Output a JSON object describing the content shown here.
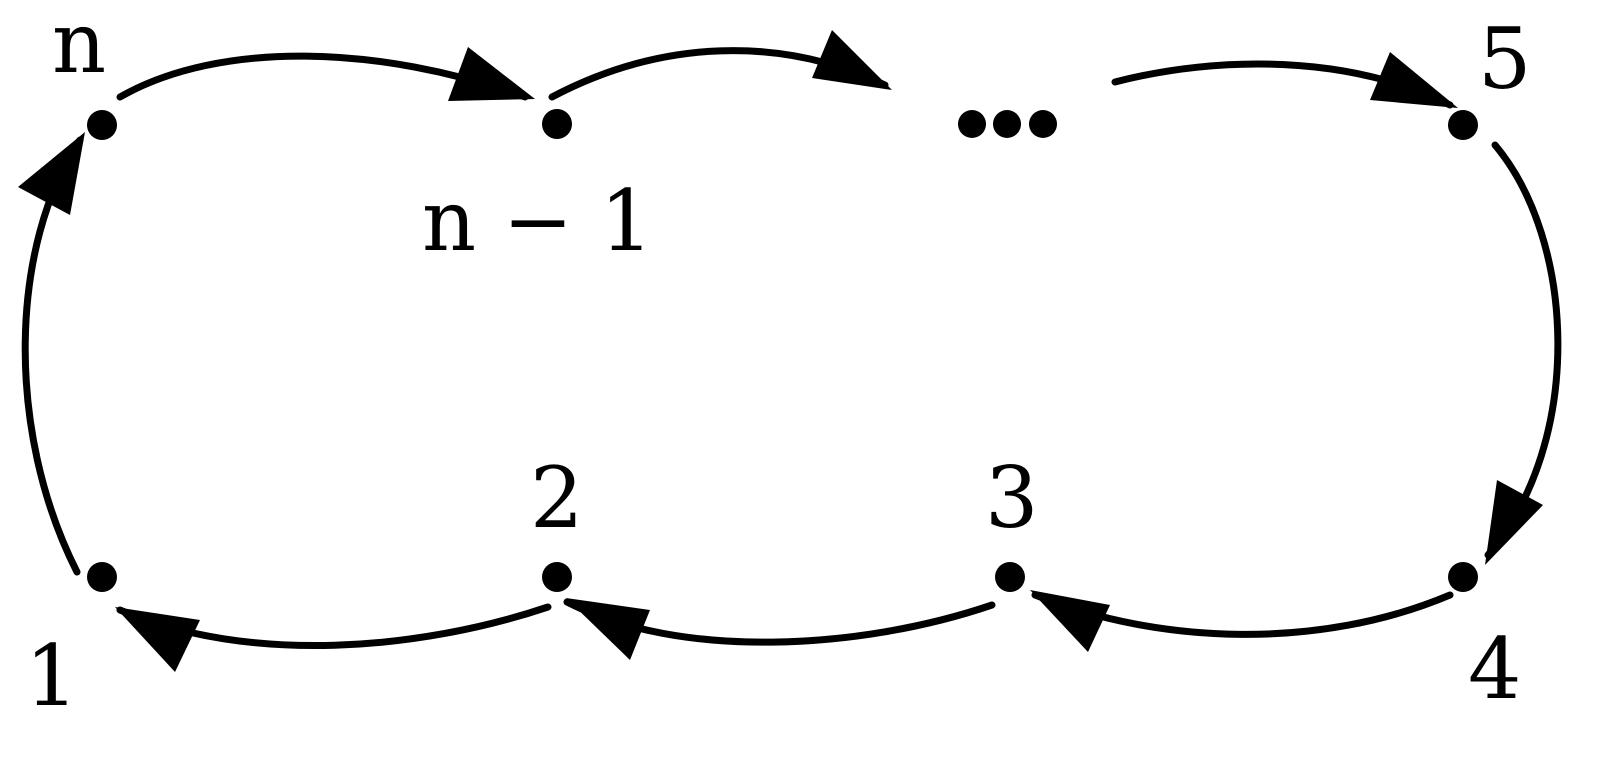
{
  "diagram": {
    "type": "directed-cycle",
    "colors": {
      "ink": "#000000",
      "background": "#ffffff"
    },
    "nodes": [
      {
        "id": "n",
        "label": "n"
      },
      {
        "id": "n-1",
        "label": "n − 1"
      },
      {
        "id": "ellipsis",
        "label": ""
      },
      {
        "id": "5",
        "label": "5"
      },
      {
        "id": "4",
        "label": "4"
      },
      {
        "id": "3",
        "label": "3"
      },
      {
        "id": "2",
        "label": "2"
      },
      {
        "id": "1",
        "label": "1"
      }
    ],
    "edges": [
      {
        "from": "n",
        "to": "n-1"
      },
      {
        "from": "n-1",
        "to": "ellipsis"
      },
      {
        "from": "ellipsis",
        "to": "5"
      },
      {
        "from": "5",
        "to": "4"
      },
      {
        "from": "4",
        "to": "3"
      },
      {
        "from": "3",
        "to": "2"
      },
      {
        "from": "2",
        "to": "1"
      },
      {
        "from": "1",
        "to": "n"
      }
    ]
  }
}
